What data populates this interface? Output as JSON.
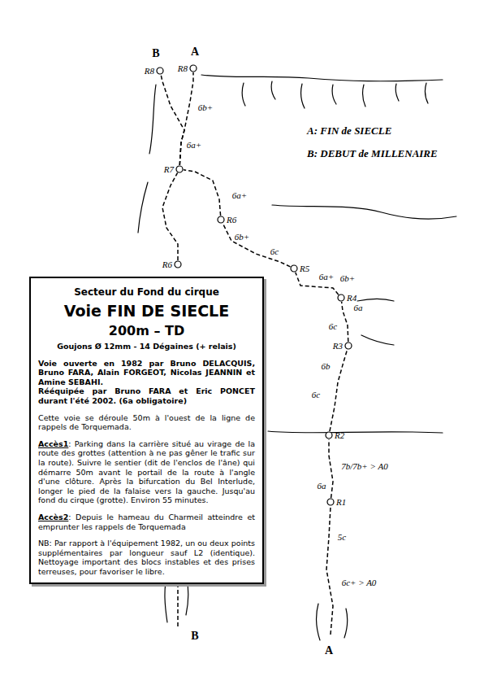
{
  "diagram": {
    "nodes": [
      {
        "text": [
          "R8"
        ]
      },
      {
        "text": [
          "R8"
        ]
      },
      {
        "text": [
          "R7"
        ]
      },
      {
        "text": [
          "R6"
        ]
      },
      {
        "text": [
          "R6"
        ]
      },
      {
        "text": [
          "R5"
        ]
      },
      {
        "text": [
          "Secteur du Fond du cirque",
          "Voie FIN DE SIECLE",
          "200m – TD",
          "Goujons Ø 12mm - 14 Dégaines (+ relais)",
          "Voie ouverte en 1982 par Bruno DELACQUIS, Bruno FARA, Alain FORGEOT, Nicolas JEANNIN et Amine SEBAHI.",
          "Rééquipée par Bruno FARA et Eric PONCET durant l'été 2002. (6a obligatoire)",
          "Cette voie se déroule 50m à l'ouest de la ligne de rappels de Torquemada.",
          "Accès1",
          ": Parking dans la carrière situé au virage de la route des grottes (attention à ne pas gêner le trafic sur la route). Suivre le sentier (dit de l'enclos de l'âne) qui démarre 50m avant le portail de la route à l'angle d'une clôture. Après la bifurcation du Bel Interlude, longer le pied de la falaise vers la gauche. Jusqu'au fond du cirque (grotte). Environ 55 minutes.",
          "Accès2",
          ": Depuis le hameau du Charmeil atteindre et emprunter les rappels de Torquemada",
          "NB: Par rapport à l'équipement 1982, un ou deux points supplémentaires par longueur sauf L2 (identique). Nettoyage important des blocs instables et des prises terreuses, pour favoriser le libre."
        ]
      },
      {
        "text": [
          "R4"
        ]
      },
      {
        "text": [
          "R3"
        ]
      },
      {
        "text": [
          "R2"
        ]
      },
      {
        "text": [
          "R1"
        ]
      }
    ],
    "edges": [
      {
        "from": 10,
        "to": 9,
        "arrow": "none",
        "label": "7b/7b+ > A0"
      },
      {
        "from": 9,
        "to": 8,
        "arrow": "none",
        "label": "6c"
      },
      {
        "from": 8,
        "to": 7,
        "arrow": "none",
        "label": "6a"
      },
      {
        "from": 7,
        "to": 5,
        "arrow": "none",
        "label": "6b+"
      },
      {
        "from": 5,
        "to": 3,
        "arrow": "none",
        "label": "6c"
      },
      {
        "from": 3,
        "to": 2,
        "arrow": "none",
        "label": "6a+"
      },
      {
        "from": 4,
        "to": 2,
        "arrow": "none"
      },
      {
        "from": 2,
        "to": 1,
        "arrow": "none",
        "label": "6b+"
      },
      {
        "from": 2,
        "to": 0,
        "arrow": "none",
        "label": "6a+"
      }
    ],
    "labels": [
      "B",
      "A",
      "A: FIN de SIECLE",
      "B: DEBUT de MILLENAIRE",
      "6a+",
      "6b+",
      "6c",
      "6b",
      "6a",
      "5c",
      "6c+ > A0",
      "B",
      "A"
    ]
  }
}
